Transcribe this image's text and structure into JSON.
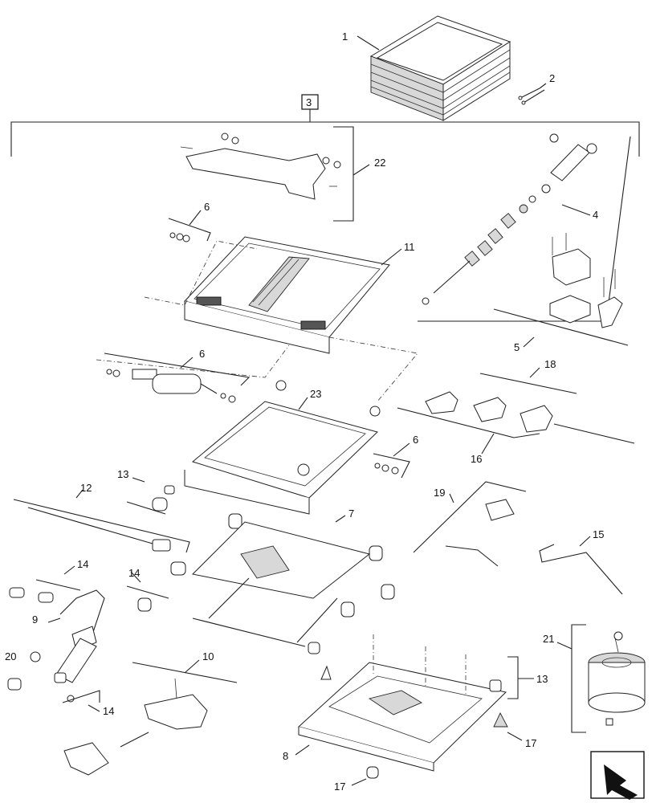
{
  "callouts": {
    "c1": "1",
    "c2": "2",
    "c3": "3",
    "c4": "4",
    "c5": "5",
    "c6a": "6",
    "c6b": "6",
    "c6c": "6",
    "c7": "7",
    "c8": "8",
    "c9": "9",
    "c10": "10",
    "c11": "11",
    "c12": "12",
    "c13a": "13",
    "c13b": "13",
    "c14a": "14",
    "c14b": "14",
    "c14c": "14",
    "c15": "15",
    "c16": "16",
    "c17a": "17",
    "c17b": "17",
    "c18": "18",
    "c19": "19",
    "c20": "20",
    "c21": "21",
    "c22": "22",
    "c23": "23"
  },
  "icons": {
    "navigation_arrow": "arrow-down-left-icon"
  }
}
